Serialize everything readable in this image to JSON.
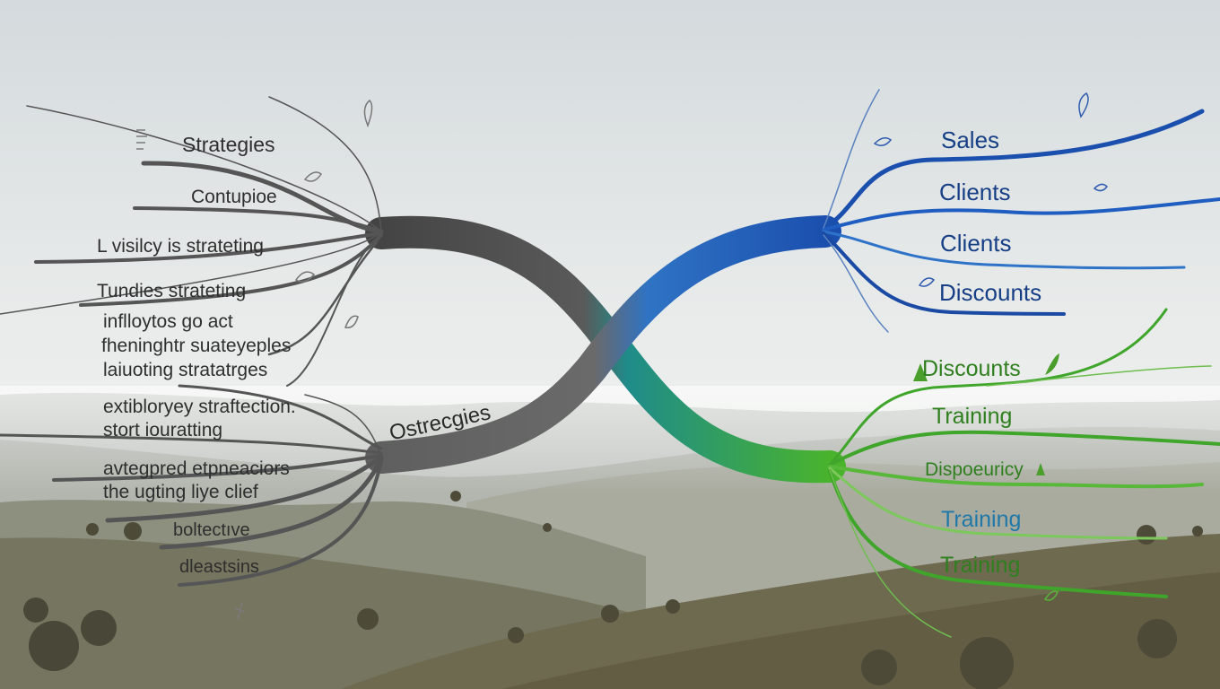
{
  "colors": {
    "sky_top": "#d5dbde",
    "sky_mid": "#e9eceb",
    "haze": "#eef0ee",
    "left_branch": "#5a5a5a",
    "right_top_branch": "#1b58b8",
    "right_bottom_branch": "#3fa52b",
    "hill_far": "#b8bdb8",
    "hill_mid": "#9c9f93",
    "hill_near": "#6f6a55"
  },
  "center_label": "Ostrecgies",
  "left_labels": [
    "Strategies",
    "Contupioe",
    "L visilcy is strateting",
    "Tundies strateting",
    "inflloytos go act",
    "fheninghtr suateyeples",
    "laiuoting stratatrges",
    "extibloryey straftection.",
    "stort iouratting",
    "avtegpred etpneaciors",
    "the ugting liye clief",
    "boltectıve",
    "dleastsins"
  ],
  "right_top_labels": [
    "Sales",
    "Clients",
    "Clients",
    "Discounts"
  ],
  "right_bottom_labels": [
    "Discounts",
    "Training",
    "Dispoeuricy",
    "Training",
    "Training"
  ],
  "icons": [
    "leaf-icon",
    "sprout-icon",
    "flower-icon",
    "tree-icon"
  ]
}
